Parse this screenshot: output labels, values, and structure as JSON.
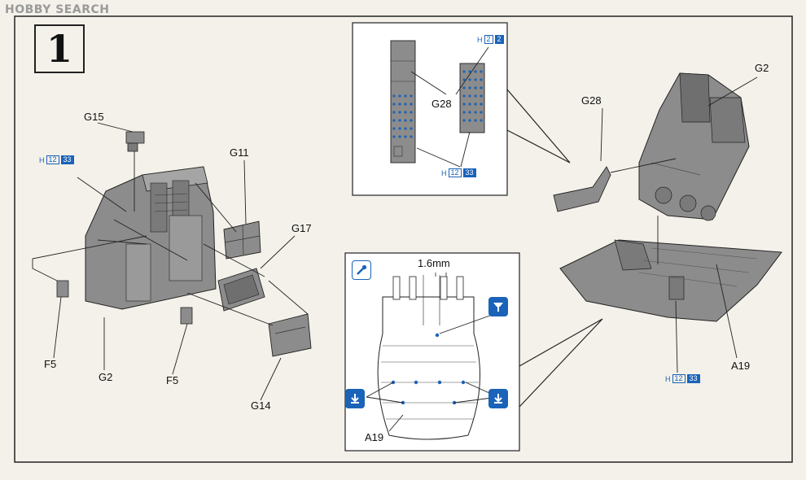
{
  "watermark": "HOBBY SEARCH",
  "step": "1",
  "labels": {
    "g15": "G15",
    "g11": "G11",
    "g17": "G17",
    "g14": "G14",
    "f5_left": "F5",
    "f5_right": "F5",
    "g2_left": "G2",
    "g28_inset": "G28",
    "g28": "G28",
    "g2_right": "G2",
    "a19_right": "A19",
    "a19_inset": "A19",
    "measure": "1.6mm"
  },
  "refs": {
    "left_h": "H",
    "left_a": "12",
    "left_b": "33",
    "top_h": "H",
    "top_a": "2",
    "top_b": "2",
    "mid_h": "H",
    "mid_a": "12",
    "mid_b": "33",
    "right_h": "H",
    "right_a": "12",
    "right_b": "33"
  },
  "icons": {
    "glue": "glue-brush-icon",
    "drill": "drill-hole-icon",
    "attach_left": "attach-arrow-icon",
    "attach_right": "attach-arrow-icon"
  },
  "colors": {
    "part_gray": "#8c8c8c",
    "line": "#222222",
    "ref_blue": "#1a63b8",
    "paper": "#f4f1ea"
  }
}
